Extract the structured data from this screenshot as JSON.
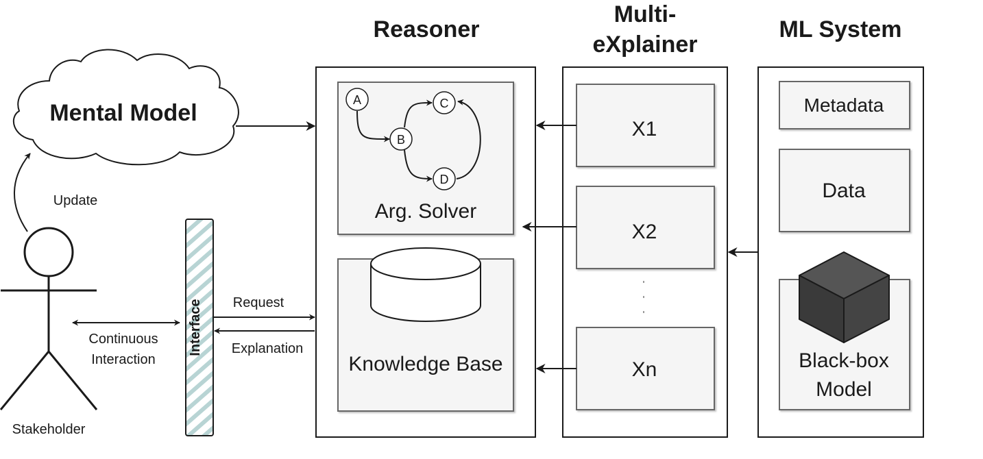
{
  "headers": {
    "reasoner": "Reasoner",
    "explainer_line1": "Multi-",
    "explainer_line2": "eXplainer",
    "ml_system": "ML System"
  },
  "mental_model": "Mental Model",
  "update": "Update",
  "stakeholder": "Stakeholder",
  "continuous_line1": "Continuous",
  "continuous_line2": "Interaction",
  "interface": "Interface",
  "request": "Request",
  "explanation": "Explanation",
  "reasoner": {
    "arg_solver": "Arg. Solver",
    "knowledge_base": "Knowledge Base",
    "nodes": [
      "A",
      "B",
      "C",
      "D"
    ]
  },
  "explainers": [
    "X1",
    "X2",
    "Xn"
  ],
  "ml_system": {
    "metadata": "Metadata",
    "data": "Data",
    "model_line1": "Black-box",
    "model_line2": "Model"
  },
  "colors": {
    "interface_hatch": "#b8d4d4",
    "inner_box_fill": "#f5f5f5",
    "cube_dark": "#444444"
  }
}
